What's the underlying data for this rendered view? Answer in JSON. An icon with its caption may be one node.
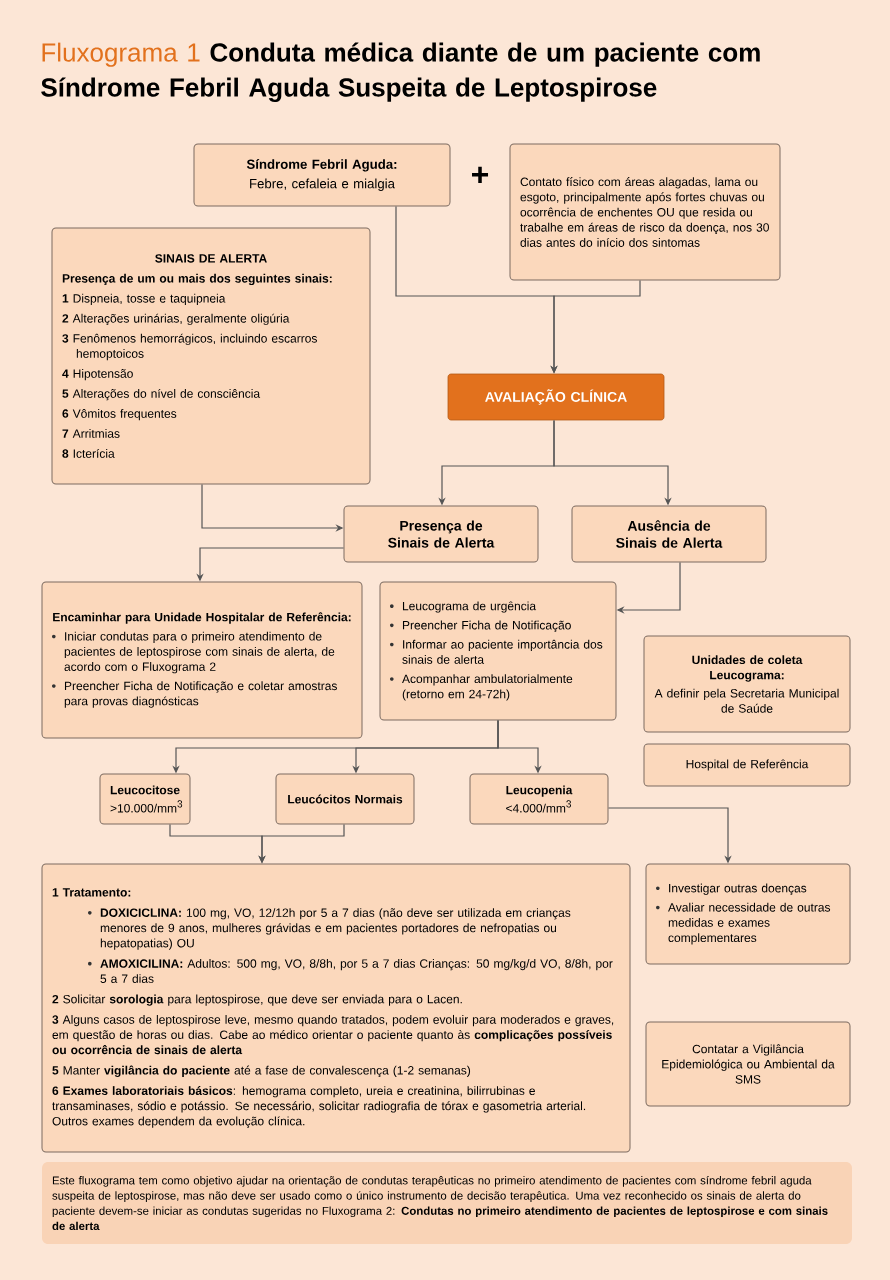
{
  "diagram": {
    "title": "Conduta médica diante de um paciente com Síndrome Febril Aguda Suspeita de Leptospirose",
    "nodes": [
      {
        "text": [
          "Síndrome Febril Aguda:",
          "Febre, cefaleia e mialgia"
        ]
      },
      {
        "text": [
          "Contato físico com áreas alagadas, lama ou esgoto, principalmente após fortes chuvas ou ocorrência de enchentes OU que resida ou trabalhe em áreas de risco da doença, nos 30 dias antes do início dos sintomas"
        ]
      },
      {
        "text": [
          "SINAIS DE ALERTA",
          "Presença de um ou mais dos seguintes sinais:",
          "**1** Dispneia, tosse e taquipneia",
          "**2** Alterações urinárias, geralmente oligúria",
          "**3** Fenômenos hemorrágicos, incluindo escarros hemoptoicos",
          "**4** Hipotensão",
          "**5** Alterações do nível de consciência",
          "**6** Vômitos frequentes",
          "**7** Arritmias",
          "**8** Icterícia"
        ]
      },
      {
        "text": [
          "AVALIAÇÃO CLÍNICA"
        ]
      },
      {
        "text": [
          "Presença de Sinais de Alerta"
        ]
      },
      {
        "text": [
          "Ausência de Sinais de Alerta"
        ]
      },
      {
        "text": [
          "Encaminhar para Unidade Hospitalar de Referência:",
          "Iniciar condutas para o primeiro atendimento de pacientes de leptospirose com sinais de alerta, de acordo com o Fluxograma 2",
          "Preencher Ficha de Notificação e coletar amostras para provas diagnósticas"
        ]
      },
      {
        "text": [
          "Leucograma de urgência",
          "Preencher Ficha de Notificação",
          "Informar ao paciente importância dos sinais de alerta",
          "Acompanhar ambulatorialmente (retorno em 24-72h)"
        ]
      },
      {
        "text": [
          "Unidades de coleta Leucograma:",
          "A definir pela Secretaria Municipal de Saúde"
        ]
      },
      {
        "text": [
          "Hospital de Referência"
        ]
      },
      {
        "text": [
          "Leucocitose",
          ">10.000/mm$^{3}$"
        ]
      },
      {
        "text": [
          "Leucócitos Normais"
        ]
      },
      {
        "text": [
          "Leucopenia",
          "<4.000/mm$^{3}$"
        ]
      },
      {
        "text": [
          "1 Tratamento:",
          "**DOXICICLINA:** 100 mg, VO, 12/12h por 5 a 7 dias (não deve ser utilizada em crianças menores de 9 anos, mulheres grávidas e em pacientes portadores de nefropatias ou hepatopatias) OU",
          "**AMOXICILINA:** Adultos: 500 mg, VO, 8/8h, por 5 a 7 dias Crianças: 50 mg/kg/d VO, 8/8h, por 5 a 7 dias",
          "**2** Solicitar **sorologia** para leptospirose, que deve ser enviada para o Lacen.",
          "**3** Alguns casos de leptospirose leve, mesmo quando tratados, podem evoluir para moderados e graves, em questão de horas ou dias. Cabe ao médico orientar o paciente quanto às **complicações possíveis ou ocorrência de sinais de alerta**",
          "**5** Manter **vigilância do paciente** até a fase de convalescença (1-2 semanas)",
          "**6 Exames laboratoriais básicos**: hemograma completo, ureia e creatinina, bilirrubinas e transaminases, sódio e potássio. Se necessário, solicitar radiografia de tórax e gasometria arterial. Outros exames dependem da evolução clínica."
        ]
      },
      {
        "text": [
          "Investigar outras doenças",
          "Avaliar necessidade de outras medidas e exames complementares"
        ]
      },
      {
        "text": [
          "Contatar a Vigilância Epidemiológica ou Ambiental da SMS"
        ]
      },
      {
        "text": [
          "Este fluxograma tem como objetivo ajudar na orientação de condutas terapêuticas no primeiro atendimento de pacientes com síndrome febril aguda suspeita de leptospirose, mas não deve ser usado como o único instrumento de decisão terapêutica. Uma vez reconhecido os sinais de alerta do paciente devem-se iniciar as condutas sugeridas no Fluxograma 2: **Condutas no primeiro atendimento de pacientes de leptospirose e com sinais de alerta**"
        ]
      }
    ],
    "edges": [
      {
        "from": 0,
        "to": 3,
        "arrow": "to"
      },
      {
        "from": 1,
        "to": 3,
        "arrow": "to"
      },
      {
        "from": 2,
        "to": 4,
        "arrow": "to"
      },
      {
        "from": 3,
        "to": 4,
        "arrow": "to"
      },
      {
        "from": 3,
        "to": 5,
        "arrow": "to"
      },
      {
        "from": 4,
        "to": 6,
        "arrow": "to"
      },
      {
        "from": 5,
        "to": 7,
        "arrow": "to"
      },
      {
        "from": 7,
        "to": 10,
        "arrow": "to"
      },
      {
        "from": 7,
        "to": 11,
        "arrow": "to"
      },
      {
        "from": 7,
        "to": 12,
        "arrow": "to"
      },
      {
        "from": 10,
        "to": 13,
        "arrow": "to"
      },
      {
        "from": 11,
        "to": 13,
        "arrow": "to"
      },
      {
        "from": 12,
        "to": 14,
        "arrow": "to"
      }
    ],
    "labels": [
      "Fluxograma 1",
      "+"
    ]
  }
}
